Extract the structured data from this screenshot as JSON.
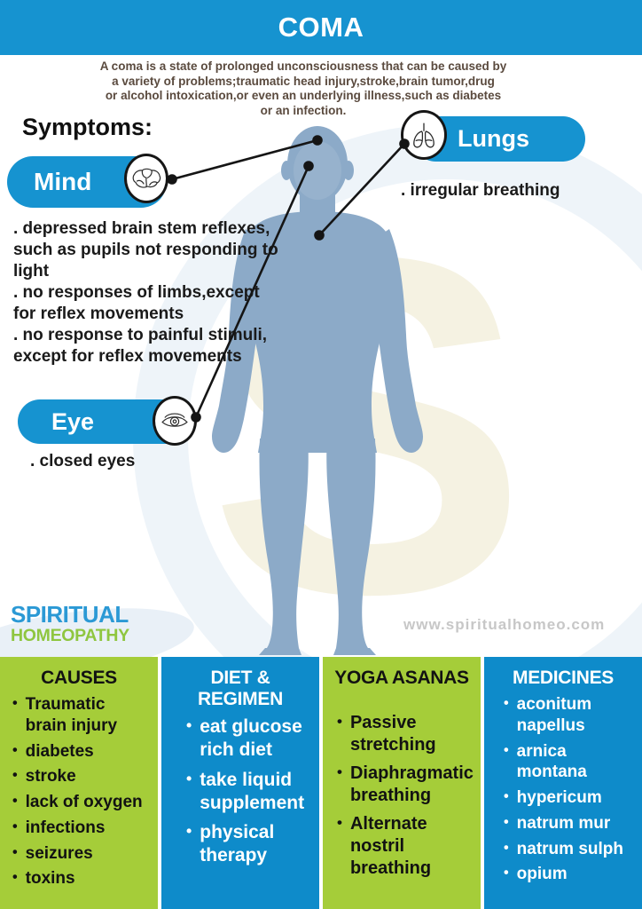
{
  "colors": {
    "banner_blue": "#1693d0",
    "column_blue": "#0e8bca",
    "column_green": "#a5cd39",
    "body_silhouette": "#8caac8",
    "intro_text_brown": "#5a4a3e",
    "brand_blue": "#2b99d5",
    "brand_green": "#8fc640",
    "website_gray": "#c7c7c7"
  },
  "header": {
    "title": "COMA"
  },
  "intro": {
    "lines": [
      "A coma is a state of prolonged unconsciousness that can be caused by",
      "a variety of problems;traumatic head injury,stroke,brain tumor,drug",
      "or alcohol intoxication,or even an underlying illness,such as diabetes",
      "or an infection."
    ]
  },
  "symptoms": {
    "heading": "Symptoms:",
    "mind": {
      "label": "Mind",
      "icon": "brain-icon",
      "note_lines": [
        ". depressed brain stem reflexes,",
        "such as pupils not responding to",
        "light",
        ". no responses of limbs,except",
        "for reflex movements",
        ". no response to painful stimuli,",
        "except for reflex movements"
      ]
    },
    "lungs": {
      "label": "Lungs",
      "icon": "lungs-icon",
      "note": ". irregular breathing"
    },
    "eye": {
      "label": "Eye",
      "icon": "eye-icon",
      "note": ". closed eyes"
    }
  },
  "brand": {
    "line1": "SPIRITUAL",
    "line2": "HOMEOPATHY",
    "website": "www.spiritualhomeo.com"
  },
  "columns": [
    {
      "title": "CAUSES",
      "theme": "green",
      "items": [
        "Traumatic brain injury",
        "diabetes",
        "stroke",
        "lack of oxygen",
        "infections",
        "seizures",
        "toxins"
      ]
    },
    {
      "title": "DIET & REGIMEN",
      "theme": "blue",
      "items": [
        "eat glucose rich diet",
        "take liquid supplement",
        "physical therapy"
      ]
    },
    {
      "title": "YOGA ASANAS",
      "theme": "green",
      "items": [
        "Passive stretching",
        "Diaphragmatic breathing",
        "Alternate nostril breathing"
      ]
    },
    {
      "title": "MEDICINES",
      "theme": "blue",
      "items": [
        "aconitum napellus",
        "arnica montana",
        "hypericum",
        "natrum mur",
        "natrum sulph",
        "opium"
      ]
    }
  ]
}
